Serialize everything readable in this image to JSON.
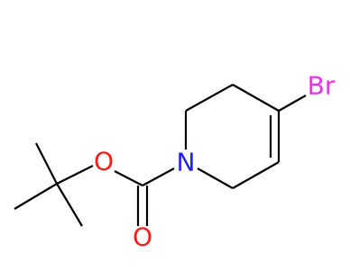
{
  "molecule": {
    "atoms": {
      "bromine": {
        "label": "Br",
        "color": "#e733e7"
      },
      "nitrogen": {
        "label": "N",
        "color": "#2121ff"
      },
      "ester_oxygen": {
        "label": "O",
        "color": "#ff1a1a"
      },
      "carbonyl_oxygen": {
        "label": "O",
        "color": "#ff1a1a"
      }
    },
    "bond_color": "#000000"
  }
}
